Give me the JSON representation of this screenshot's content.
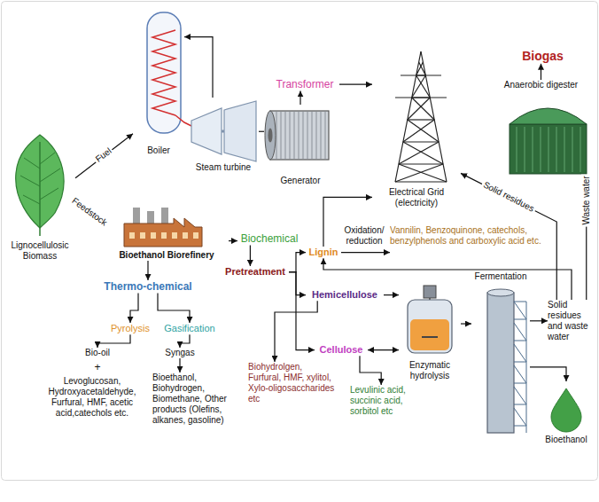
{
  "diagram": {
    "nodes": [
      {
        "text": [
          "Lignocellulosic Biomass"
        ]
      },
      {
        "text": [
          "Boiler"
        ]
      },
      {
        "text": [
          "Steam turbine"
        ]
      },
      {
        "text": [
          "Generator"
        ]
      },
      {
        "text": [
          "Transformer"
        ]
      },
      {
        "text": [
          "Electrical Grid (electricity)"
        ]
      },
      {
        "text": [
          "Biogas"
        ]
      },
      {
        "text": [
          "Anaerobic digester"
        ]
      },
      {
        "text": [
          "Bioethanol Biorefinery"
        ]
      },
      {
        "text": [
          "Biochemical"
        ]
      },
      {
        "text": [
          "Pretreatment"
        ]
      },
      {
        "text": [
          "Thermo-chemical"
        ]
      },
      {
        "text": [
          "Pyrolysis"
        ]
      },
      {
        "text": [
          "Gasification"
        ]
      },
      {
        "text": [
          "Bio-oil"
        ]
      },
      {
        "text": [
          "Syngas"
        ]
      },
      {
        "text": [
          "Levoglucosan, Hydroxyacetaldehyde, Furfural, HMF, acetic acid,catechols etc."
        ]
      },
      {
        "text": [
          "Bioethanol, Biohydrogen, Biomethane, Other products (Olefins, alkanes, gasoline)"
        ]
      },
      {
        "text": [
          "Lignin"
        ]
      },
      {
        "text": [
          "Vannilin, Benzoquinone, catechols, benzylphenols and carboxylic acid etc."
        ]
      },
      {
        "text": [
          "Hemicellulose"
        ]
      },
      {
        "text": [
          "Cellulose"
        ]
      },
      {
        "text": [
          "Biohydrolgen, Furfural, HMF, xylitol, Xylo-oligosaccharides etc"
        ]
      },
      {
        "text": [
          "Levulinic acid, succinic acid, sorbitol etc"
        ]
      },
      {
        "text": [
          "Enzymatic hydrolysis"
        ]
      },
      {
        "text": [
          "Fermentation"
        ]
      },
      {
        "text": [
          "Bioethanol"
        ]
      },
      {
        "text": [
          "Solid residues and waste water"
        ]
      }
    ],
    "edges": [
      {
        "from": 0,
        "to": 1,
        "label": "Fuel",
        "arrow": "to"
      },
      {
        "from": 0,
        "to": 8,
        "label": "Feedstock",
        "arrow": "to"
      },
      {
        "from": 2,
        "to": 1,
        "arrow": "to"
      },
      {
        "from": 2,
        "to": 3,
        "arrow": "none"
      },
      {
        "from": 3,
        "to": 4,
        "arrow": "to"
      },
      {
        "from": 4,
        "to": 5,
        "arrow": "to"
      },
      {
        "from": 7,
        "to": 6,
        "arrow": "to"
      },
      {
        "from": 8,
        "to": 9,
        "arrow": "to"
      },
      {
        "from": 8,
        "to": 11,
        "arrow": "to"
      },
      {
        "from": 9,
        "to": 10,
        "arrow": "to"
      },
      {
        "from": 10,
        "to": 18,
        "arrow": "to"
      },
      {
        "from": 10,
        "to": 20,
        "arrow": "to"
      },
      {
        "from": 10,
        "to": 21,
        "arrow": "to"
      },
      {
        "from": 11,
        "to": 12,
        "arrow": "to"
      },
      {
        "from": 11,
        "to": 13,
        "arrow": "to"
      },
      {
        "from": 12,
        "to": 14,
        "arrow": "to"
      },
      {
        "from": 13,
        "to": 15,
        "arrow": "to"
      },
      {
        "from": 15,
        "to": 17,
        "arrow": "to"
      },
      {
        "from": 18,
        "to": 5,
        "arrow": "to"
      },
      {
        "from": 18,
        "to": 19,
        "label": "Oxidation/ reduction",
        "arrow": "to"
      },
      {
        "from": 20,
        "to": 22,
        "arrow": "to"
      },
      {
        "from": 20,
        "to": 24,
        "arrow": "to"
      },
      {
        "from": 21,
        "to": 23,
        "arrow": "to"
      },
      {
        "from": 21,
        "to": 24,
        "arrow": "both"
      },
      {
        "from": 24,
        "to": 25,
        "arrow": "to"
      },
      {
        "from": 25,
        "to": 27,
        "arrow": "to"
      },
      {
        "from": 25,
        "to": 26,
        "arrow": "to"
      },
      {
        "from": 27,
        "to": 5,
        "label": "Solid residues",
        "arrow": "to"
      },
      {
        "from": 27,
        "to": 7,
        "label": "Waste water",
        "arrow": "to"
      },
      {
        "from": 27,
        "to": 18,
        "arrow": "to"
      }
    ],
    "labels": [
      "+"
    ]
  }
}
